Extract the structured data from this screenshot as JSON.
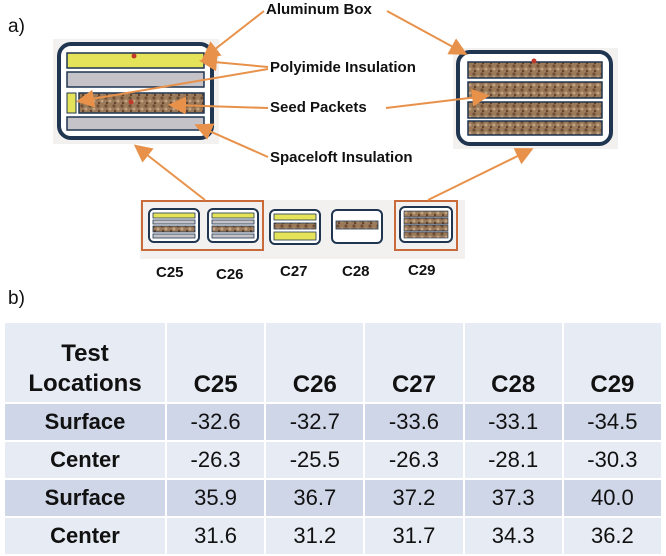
{
  "panel_a": {
    "label": "a)",
    "callouts": {
      "aluminum_box": "Aluminum Box",
      "polyimide": "Polyimide Insulation",
      "seed_packets": "Seed Packets",
      "spaceloft": "Spaceloft Insulation"
    },
    "locations": [
      "C25",
      "C26",
      "C27",
      "C28",
      "C29"
    ]
  },
  "panel_b": {
    "label": "b)",
    "header": {
      "first_line1": "Test",
      "first_line2": "Locations",
      "columns": [
        "C25",
        "C26",
        "C27",
        "C28",
        "C29"
      ]
    },
    "rows": [
      {
        "name": "Surface",
        "values": [
          "-32.6",
          "-32.7",
          "-33.6",
          "-33.1",
          "-34.5"
        ]
      },
      {
        "name": "Center",
        "values": [
          "-26.3",
          "-25.5",
          "-26.3",
          "-28.1",
          "-30.3"
        ]
      },
      {
        "name": "Surface",
        "values": [
          "35.9",
          "36.7",
          "37.2",
          "37.3",
          "40.0"
        ]
      },
      {
        "name": "Center",
        "values": [
          "31.6",
          "31.2",
          "31.7",
          "34.3",
          "36.2"
        ]
      }
    ]
  },
  "colors": {
    "arrow": "#e8914a",
    "box_border": "#1f3550",
    "polyimide": "#e5e35a",
    "spaceloft": "#c5c3c8",
    "seed": "#8a6a4e",
    "highlight": "#c96a3a"
  }
}
